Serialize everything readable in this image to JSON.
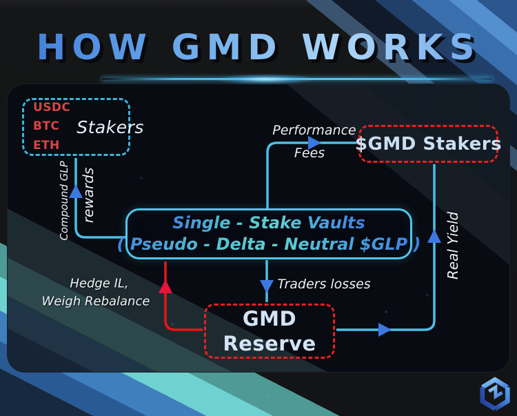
{
  "title": "HOW GMD WORKS",
  "stakers_box": {
    "tokens": [
      "USDC",
      "BTC",
      "ETH"
    ],
    "label": "Stakers"
  },
  "vaults_box": {
    "line1": "Single - Stake Vaults",
    "line2": "( Pseudo - Delta - Neutral $GLP )"
  },
  "gmd_stakers_box": {
    "label": "$GMD Stakers"
  },
  "reserve_box": {
    "line1": "GMD",
    "line2": "Reserve"
  },
  "edge_labels": {
    "compound_glp": "Compound GLP",
    "rewards": "rewards",
    "performance_line1": "Performance",
    "performance_line2": "Fees",
    "traders_losses": "Traders losses",
    "hedge_line1": "Hedge IL,",
    "hedge_line2": "Weigh Rebalance",
    "real_yield": "Real Yield"
  },
  "icons": {
    "logo": "gmd-hexagon-logo"
  },
  "colors": {
    "cyan_line": "#4cbfe6",
    "red_line": "#e81616",
    "arrow_blue": "#3b79e0",
    "arrow_red": "#e8143c",
    "cyan_dashed_border": "#3db4dc",
    "red_dashed_border": "#e62020",
    "token_red": "#d94444",
    "pale_blue_text": "#cbdff2",
    "title_blue_dark": "#3c79d6",
    "title_blue_light": "#aed6f8"
  }
}
